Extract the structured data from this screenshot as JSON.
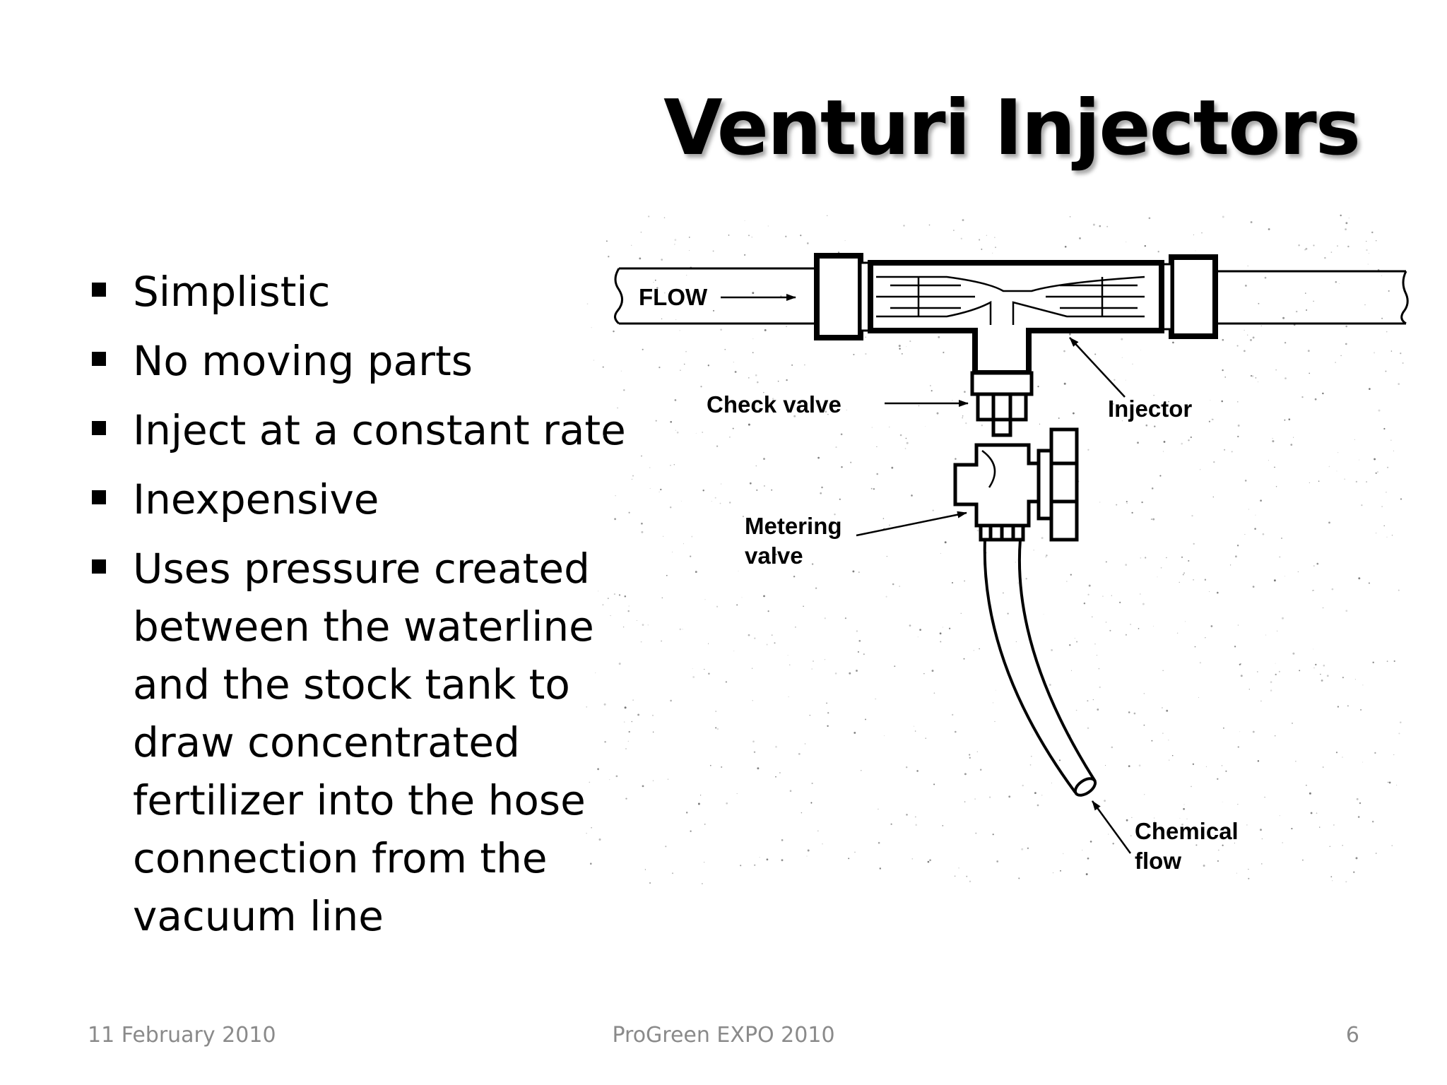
{
  "slide": {
    "title": "Venturi Injectors",
    "bullets": [
      {
        "text": "Simplistic"
      },
      {
        "text": "No moving parts"
      },
      {
        "text": "Inject at a constant rate"
      },
      {
        "text": "Inexpensive"
      },
      {
        "text": "Uses pressure created between the waterline and the stock tank to draw concentrated fertilizer into the hose connection from the vacuum line"
      }
    ],
    "diagram": {
      "labels": {
        "flow": "FLOW",
        "check_valve": "Check valve",
        "injector": "Injector",
        "metering_valve_line1": "Metering",
        "metering_valve_line2": "valve",
        "chemical_flow_line1": "Chemical",
        "chemical_flow_line2": "flow"
      }
    }
  },
  "footer": {
    "date": "11 February 2010",
    "event": "ProGreen EXPO 2010",
    "page_number": "6"
  }
}
